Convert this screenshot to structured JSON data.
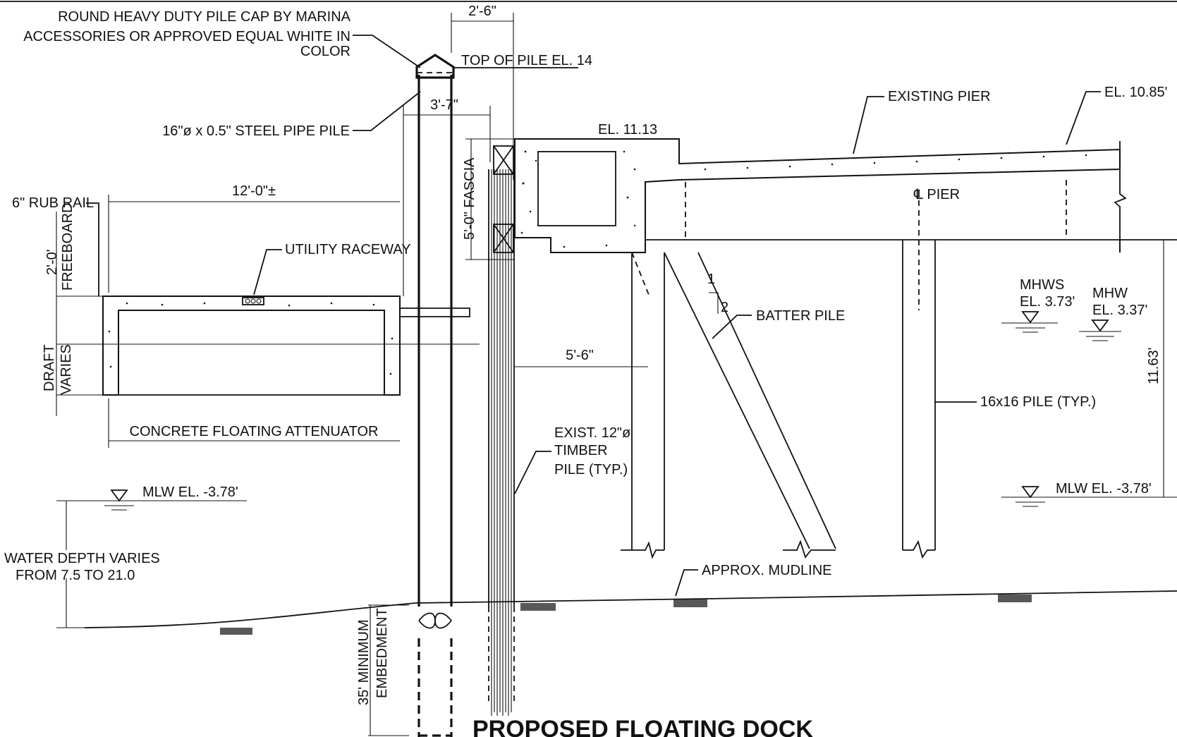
{
  "labels": {
    "pile_cap": [
      "ROUND HEAVY DUTY PILE CAP BY MARINA",
      "ACCESSORIES OR APPROVED EQUAL WHITE IN",
      "COLOR"
    ],
    "dim_2_6": "2'-6\"",
    "top_of_pile": "TOP OF PILE EL. 14",
    "dim_3_7": "3'-7\"",
    "steel_pipe_pile": "16\"ø x 0.5\" STEEL PIPE PILE",
    "el_11_13": "EL. 11.13",
    "existing_pier": "EXISTING PIER",
    "el_10_85": "EL. 10.85'",
    "fascia": "5'-0\" FASCIA",
    "rub_rail": "6\" RUB RAIL",
    "dim_12_0": "12'-0\"±",
    "pier_centerline": "℄ PIER",
    "freeboard_dim": "2'-0'",
    "freeboard": "FREEBOARD",
    "utility_raceway": "UTILITY RACEWAY",
    "mhws": [
      "MHWS",
      "EL. 3.73'"
    ],
    "mhw": [
      "MHW",
      "EL. 3.37'"
    ],
    "slope_1": "1",
    "slope_2": "2",
    "batter_pile": "BATTER PILE",
    "draft": [
      "DRAFT",
      "VARIES"
    ],
    "dim_5_6": "5'-6\"",
    "dim_11_63": "11.63'",
    "pile_16x16": "16x16 PILE (TYP.)",
    "attenuator": "CONCRETE FLOATING ATTENUATOR",
    "timber_pile": [
      "EXIST. 12\"ø",
      "TIMBER",
      "PILE (TYP.)"
    ],
    "mlw_left": "MLW EL. -3.78'",
    "mlw_right": "MLW EL. -3.78'",
    "water_depth": [
      "WATER DEPTH VARIES",
      "FROM 7.5 TO 21.0"
    ],
    "mudline": "APPROX. MUDLINE",
    "embedment": [
      "35' MINIMUM",
      "EMBEDMENT"
    ],
    "title": "PROPOSED FLOATING DOCK"
  }
}
